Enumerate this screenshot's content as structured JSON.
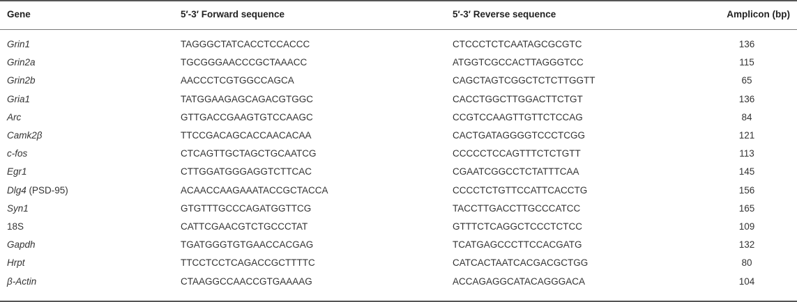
{
  "headers": {
    "gene": "Gene",
    "forward": "5′-3′ Forward sequence",
    "reverse": "5′-3′ Reverse sequence",
    "amplicon": "Amplicon (bp)"
  },
  "rows": [
    {
      "gene": "Grin1",
      "gene_suffix": "",
      "italic": true,
      "forward": "TAGGGCTATCACCTCCACCC",
      "reverse": "CTCCCTCTCAATAGCGCGTC",
      "amplicon": "136"
    },
    {
      "gene": "Grin2a",
      "gene_suffix": "",
      "italic": true,
      "forward": "TGCGGGAACCCGCTAAACC",
      "reverse": "ATGGTCGCCACTTAGGGTCC",
      "amplicon": "115"
    },
    {
      "gene": "Grin2b",
      "gene_suffix": "",
      "italic": true,
      "forward": "AACCCTCGTGGCCAGCA",
      "reverse": "CAGCTAGTCGGCTCTCTTGGTT",
      "amplicon": "65"
    },
    {
      "gene": "Gria1",
      "gene_suffix": "",
      "italic": true,
      "forward": "TATGGAAGAGCAGACGTGGC",
      "reverse": "CACCTGGCTTGGACTTCTGT",
      "amplicon": "136"
    },
    {
      "gene": "Arc",
      "gene_suffix": "",
      "italic": true,
      "forward": "GTTGACCGAAGTGTCCAAGC",
      "reverse": "CCGTCCAAGTTGTTCTCCAG",
      "amplicon": "84"
    },
    {
      "gene": "Camk2β",
      "gene_suffix": "",
      "italic": true,
      "forward": "TTCCGACAGCACCAACACAA",
      "reverse": "CACTGATAGGGGTCCCTCGG",
      "amplicon": "121"
    },
    {
      "gene": "c-fos",
      "gene_suffix": "",
      "italic": true,
      "forward": "CTCAGTTGCTAGCTGCAATCG",
      "reverse": "CCCCCTCCAGTTTCTCTGTT",
      "amplicon": "113"
    },
    {
      "gene": "Egr1",
      "gene_suffix": "",
      "italic": true,
      "forward": "CTTGGATGGGAGGTCTTCAC",
      "reverse": "CGAATCGGCCTCTATTTCAA",
      "amplicon": "145"
    },
    {
      "gene": "Dlg4",
      "gene_suffix": " (PSD-95)",
      "italic": true,
      "forward": "ACAACCAAGAAATACCGCTACCA",
      "reverse": "CCCCTCTGTTCCATTCACCTG",
      "amplicon": "156"
    },
    {
      "gene": "Syn1",
      "gene_suffix": "",
      "italic": true,
      "forward": "GTGTTTGCCCAGATGGTTCG",
      "reverse": "TACCTTGACCTTGCCCATCC",
      "amplicon": "165"
    },
    {
      "gene": "18S",
      "gene_suffix": "",
      "italic": false,
      "forward": "CATTCGAACGTCTGCCCTAT",
      "reverse": "GTTTCTCAGGCTCCCTCTCC",
      "amplicon": "109"
    },
    {
      "gene": "Gapdh",
      "gene_suffix": "",
      "italic": true,
      "forward": "TGATGGGTGTGAACCACGAG",
      "reverse": "TCATGAGCCCTTCCACGATG",
      "amplicon": "132"
    },
    {
      "gene": "Hrpt",
      "gene_suffix": "",
      "italic": true,
      "forward": "TTCCTCCTCAGACCGCTTTTC",
      "reverse": "CATCACTAATCACGACGCTGG",
      "amplicon": "80"
    },
    {
      "gene": "β-Actin",
      "gene_suffix": "",
      "italic": true,
      "forward": "CTAAGGCCAACCGTGAAAAG",
      "reverse": "ACCAGAGGCATACAGGGACA",
      "amplicon": "104"
    }
  ]
}
